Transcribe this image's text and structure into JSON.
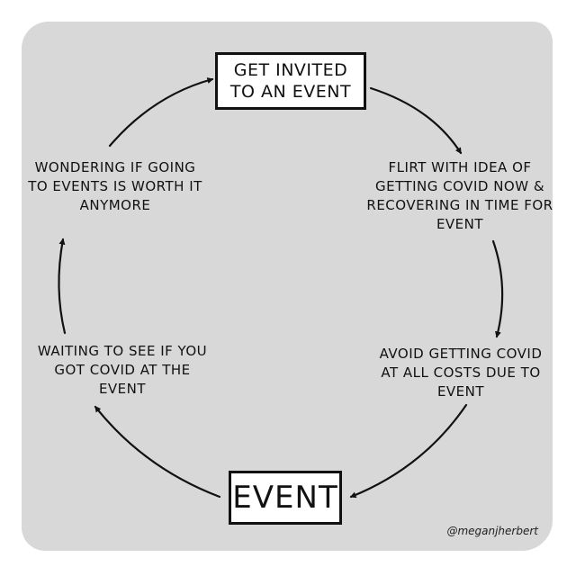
{
  "cycle": {
    "top_box": "Get invited to an event",
    "upper_right": "Flirt with idea of getting covid now & recovering in time for event",
    "lower_right": "Avoid getting covid at all costs due to event",
    "bottom_box": "Event",
    "lower_left": "Waiting to see if you got covid at the event",
    "upper_left": "Wondering if going to events is worth it anymore"
  },
  "credit": "@meganjherbert",
  "colors": {
    "panel": "#d8d8d8",
    "ink": "#111111",
    "box_fill": "#ffffff"
  }
}
